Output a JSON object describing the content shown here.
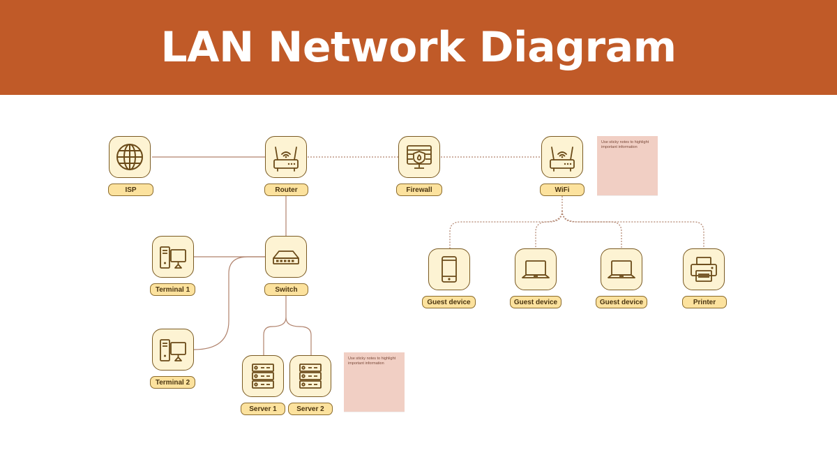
{
  "title": "LAN Network Diagram",
  "colors": {
    "header": "#c05a28",
    "node_fill": "#fdf3d3",
    "label_fill": "#fce29e",
    "outline": "#7a5a22",
    "line": "#b0826c",
    "sticky": "#f1cfc4"
  },
  "nodes": {
    "isp": {
      "label": "ISP",
      "icon": "globe-icon"
    },
    "router": {
      "label": "Router",
      "icon": "router-icon"
    },
    "firewall": {
      "label": "Firewall",
      "icon": "firewall-icon"
    },
    "wifi": {
      "label": "WiFi",
      "icon": "router-icon"
    },
    "terminal1": {
      "label": "Terminal 1",
      "icon": "desktop-computer-icon"
    },
    "switch": {
      "label": "Switch",
      "icon": "network-switch-icon"
    },
    "terminal2": {
      "label": "Terminal 2",
      "icon": "desktop-computer-icon"
    },
    "server1": {
      "label": "Server 1",
      "icon": "server-icon"
    },
    "server2": {
      "label": "Server 2",
      "icon": "server-icon"
    },
    "guest1": {
      "label": "Guest device",
      "icon": "mobile-phone-icon"
    },
    "guest2": {
      "label": "Guest device",
      "icon": "laptop-icon"
    },
    "guest3": {
      "label": "Guest device",
      "icon": "laptop-icon"
    },
    "printer": {
      "label": "Printer",
      "icon": "printer-icon"
    }
  },
  "sticky_notes": [
    {
      "text": "Use sticky notes to highlight important information"
    },
    {
      "text": "Use sticky notes to highlight important information"
    }
  ]
}
